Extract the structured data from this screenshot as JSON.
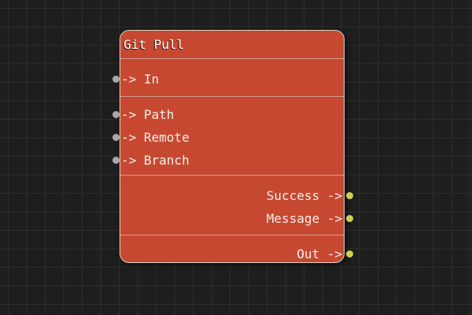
{
  "canvas": {
    "type": "node-graph-editor"
  },
  "colors": {
    "background": "#1e1e1e",
    "grid_line": "#2e2e2e",
    "node_body": "#d24b33f0",
    "node_border": "#d9d0c7",
    "separator": "#ddd6cf99",
    "title_text": "#ffffff",
    "port_text": "#f2efe9",
    "input_dot": "#a9a9a9",
    "output_dot": "#cdd24d"
  },
  "node": {
    "title": "Git Pull",
    "inputs": [
      {
        "name": "In",
        "label": "-> In"
      },
      {
        "name": "Path",
        "label": "-> Path"
      },
      {
        "name": "Remote",
        "label": "-> Remote"
      },
      {
        "name": "Branch",
        "label": "-> Branch"
      }
    ],
    "outputs": [
      {
        "name": "Success",
        "label": "Success ->"
      },
      {
        "name": "Message",
        "label": "Message ->"
      },
      {
        "name": "Out",
        "label": "Out ->"
      }
    ]
  }
}
